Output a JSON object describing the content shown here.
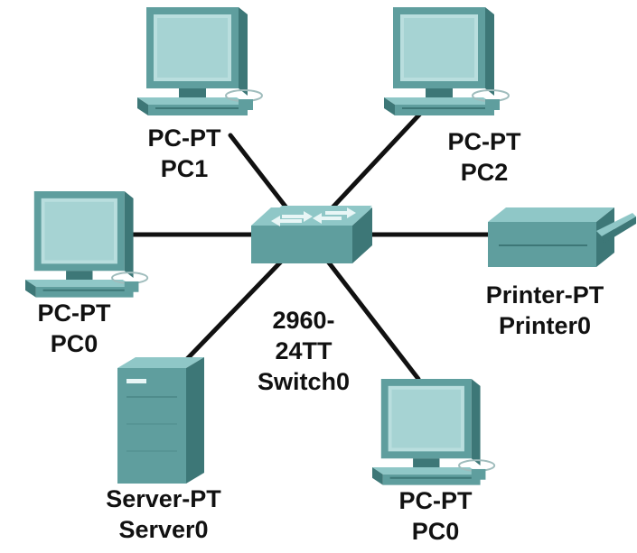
{
  "colors": {
    "device_light": "#8fc7c7",
    "device_mid": "#5f9e9e",
    "device_dark": "#3d7777",
    "screen": "#b9dede",
    "link": "#111111",
    "label": "#111111",
    "background": "#ffffff"
  },
  "devices": {
    "pc1": {
      "model": "PC-PT",
      "name": "PC1",
      "icon": "pc-icon"
    },
    "pc2": {
      "model": "PC-PT",
      "name": "PC2",
      "icon": "pc-icon"
    },
    "pc0_left": {
      "model": "PC-PT",
      "name": "PC0",
      "icon": "pc-icon"
    },
    "printer": {
      "model": "Printer-PT",
      "name": "Printer0",
      "icon": "printer-icon"
    },
    "switch": {
      "model_line1": "2960-",
      "model_line2": "24TT",
      "name": "Switch0",
      "icon": "switch-icon"
    },
    "server": {
      "model": "Server-PT",
      "name": "Server0",
      "icon": "server-icon"
    },
    "pc0_bottom": {
      "model": "PC-PT",
      "name": "PC0",
      "icon": "pc-icon"
    }
  },
  "links": [
    {
      "from": "Switch0",
      "to": "PC1"
    },
    {
      "from": "Switch0",
      "to": "PC2"
    },
    {
      "from": "Switch0",
      "to": "PC0"
    },
    {
      "from": "Switch0",
      "to": "Printer0"
    },
    {
      "from": "Switch0",
      "to": "Server0"
    },
    {
      "from": "Switch0",
      "to": "PC0"
    }
  ]
}
